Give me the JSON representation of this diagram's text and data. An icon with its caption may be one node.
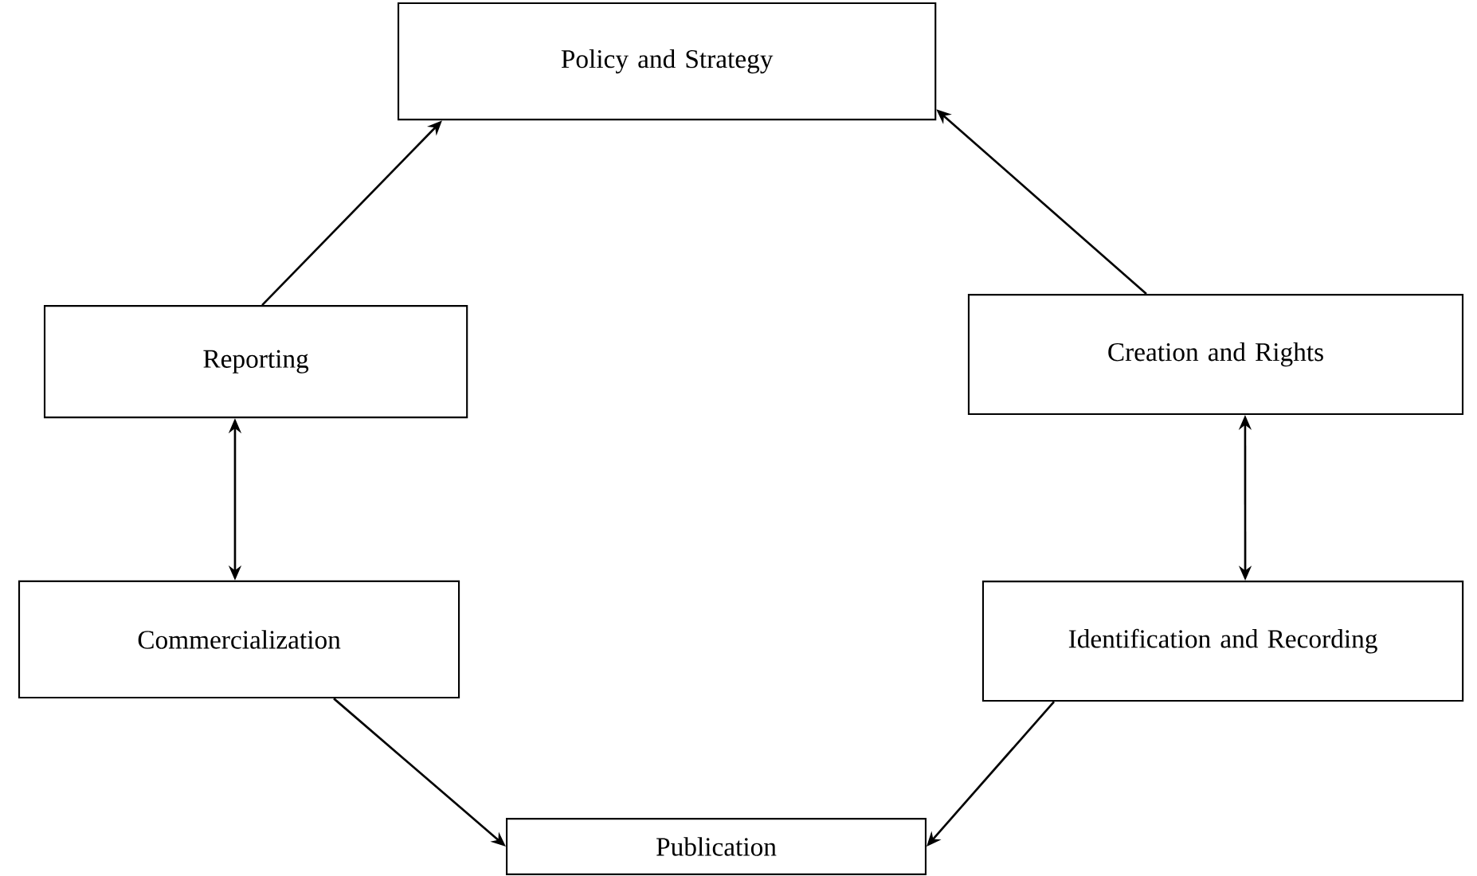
{
  "diagram": {
    "nodes": [
      {
        "text": [
          "Policy and Strategy"
        ]
      },
      {
        "text": [
          "Reporting"
        ]
      },
      {
        "text": [
          "Creation and Rights"
        ]
      },
      {
        "text": [
          "Commercialization"
        ]
      },
      {
        "text": [
          "Identification and Recording"
        ]
      },
      {
        "text": [
          "Publication"
        ]
      }
    ],
    "edges": [
      {
        "from": 1,
        "to": 0,
        "arrow": "to"
      },
      {
        "from": 2,
        "to": 0,
        "arrow": "to"
      },
      {
        "from": 1,
        "to": 3,
        "arrow": "both"
      },
      {
        "from": 2,
        "to": 4,
        "arrow": "both"
      },
      {
        "from": 3,
        "to": 5,
        "arrow": "to"
      },
      {
        "from": 4,
        "to": 5,
        "arrow": "to"
      }
    ]
  }
}
